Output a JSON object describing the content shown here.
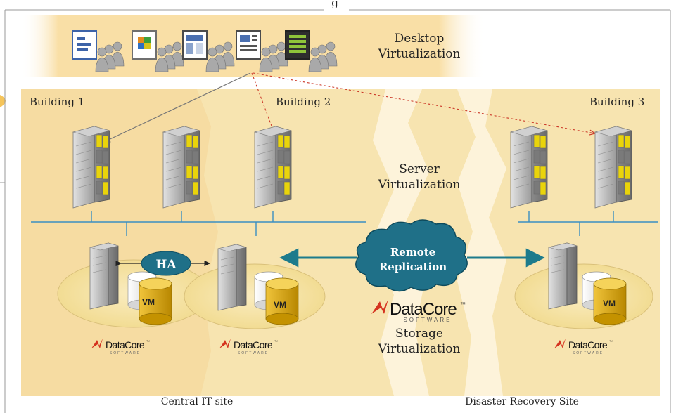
{
  "top_caption_fragment": "g",
  "desktop_layer": {
    "label_line1": "Desktop",
    "label_line2": "Virtualization",
    "clients": [
      {
        "icon": "client-users-app-icon"
      },
      {
        "icon": "client-users-cube-icon"
      },
      {
        "icon": "client-users-window-icon"
      },
      {
        "icon": "client-users-document-icon"
      },
      {
        "icon": "client-users-green-list-icon"
      }
    ]
  },
  "buildings": {
    "b1": "Building 1",
    "b2": "Building 2",
    "b3": "Building 3"
  },
  "server_layer": {
    "label_line1": "Server",
    "label_line2": "Virtualization"
  },
  "storage_layer": {
    "label_line1": "Storage",
    "label_line2": "Virtualization",
    "ha_label": "HA",
    "vm_label": "VM",
    "cloud_line1": "Remote",
    "cloud_line2": "Replication"
  },
  "branding": {
    "brand": "DataCore",
    "tm": "™",
    "tagline": "SOFTWARE"
  },
  "sites": {
    "central": "Central IT site",
    "dr": "Disaster Recovery Site"
  },
  "colors": {
    "sky": "#fbe7b8",
    "panel": "#f7e3ad",
    "line": "#3a8fc2",
    "arrow": "#1d7b8c",
    "cloud": "#1f7088",
    "disk_yellow": "#e9b210",
    "server_yellow": "#e9d40b",
    "brand_red": "#d5331f"
  }
}
